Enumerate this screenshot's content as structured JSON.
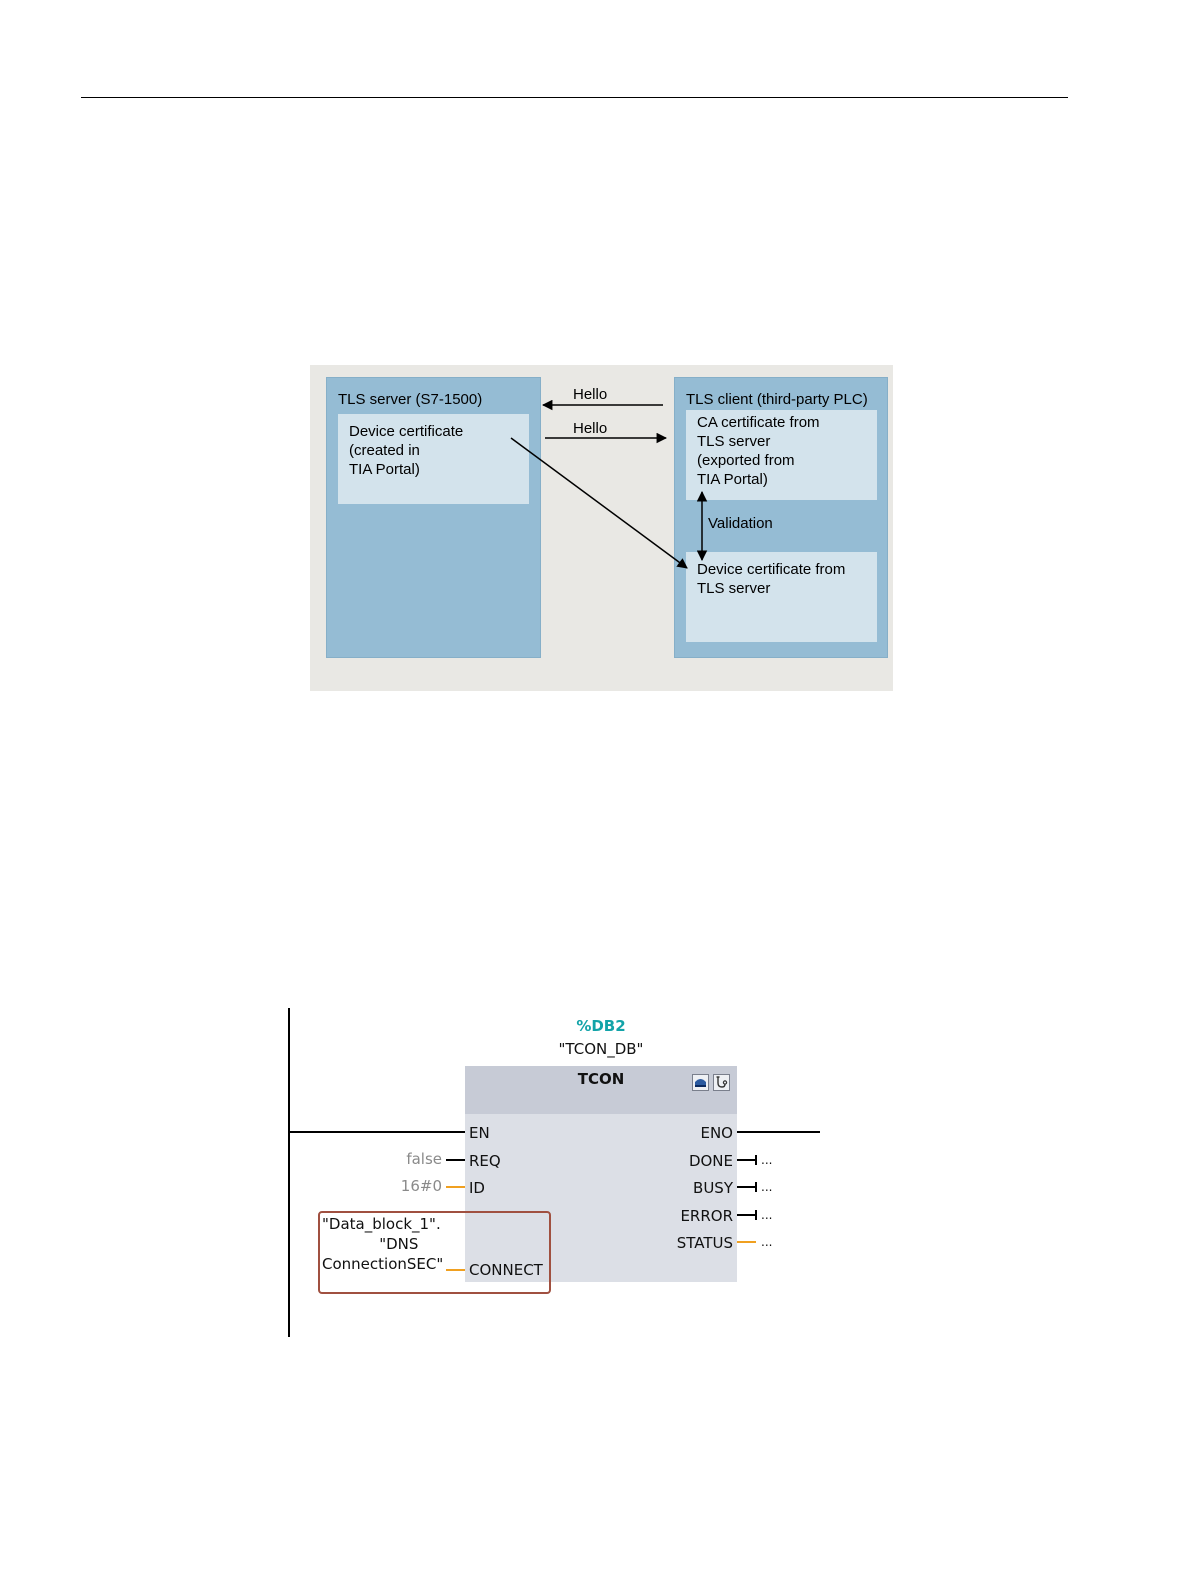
{
  "tls_diagram": {
    "server_title": "TLS server (S7-1500)",
    "server_cert": "Device certificate\n(created in\nTIA Portal)",
    "client_title": "TLS client (third-party PLC)",
    "ca_cert": "CA certificate from\nTLS server\n(exported from\nTIA Portal)",
    "validation": "Validation",
    "device_cert_from_server": "Device certificate from\nTLS server",
    "hello_from_client": "Hello",
    "hello_from_server": "Hello"
  },
  "tcon_block": {
    "db_number": "%DB2",
    "db_name": "\"TCON_DB\"",
    "block_name": "TCON",
    "inputs": {
      "en": "EN",
      "req": "REQ",
      "id": "ID",
      "connect": "CONNECT"
    },
    "outputs": {
      "eno": "ENO",
      "done": "DONE",
      "busy": "BUSY",
      "error": "ERROR",
      "status": "STATUS"
    },
    "values": {
      "req": "false",
      "id": "16#0",
      "connect": "\"Data_block_1\".\n            \"DNS\nConnectionSEC\"",
      "done": "...",
      "busy": "...",
      "error": "...",
      "status": "..."
    },
    "colors": {
      "highlight_border": "#a05040",
      "db_label": "#12a3a8",
      "connector_orange": "#f0a020"
    }
  }
}
